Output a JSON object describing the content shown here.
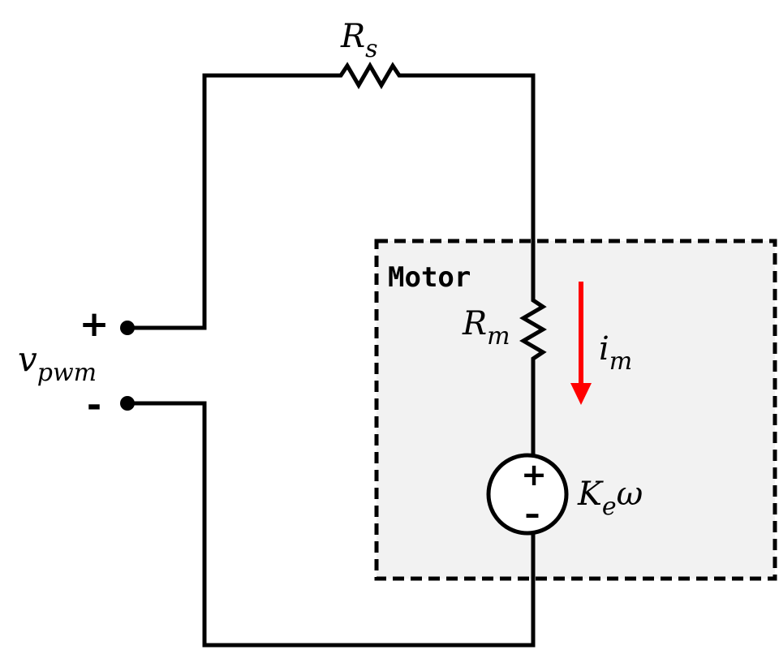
{
  "motor_box": {
    "label": "Motor",
    "fill_color": "#f2f2f2",
    "border_color": "#000000"
  },
  "series_resistor": {
    "symbol": "R",
    "subscript": "s"
  },
  "motor_resistor": {
    "symbol": "R",
    "subscript": "m"
  },
  "back_emf_source": {
    "label_symbol": "K",
    "label_subscript": "e",
    "label_suffix": "ω",
    "plus_sign": "+",
    "minus_sign": "–"
  },
  "current": {
    "symbol": "i",
    "subscript": "m",
    "arrow_color": "#ff0000"
  },
  "input_terminals": {
    "plus_sign": "+",
    "minus_sign": "-",
    "voltage_symbol": "v",
    "voltage_subscript": "pwm"
  },
  "icons": {
    "resistor": "resistor-zigzag",
    "voltage_source": "dc-source-circle",
    "terminal": "filled-dot",
    "current_arrow": "down-arrow"
  }
}
